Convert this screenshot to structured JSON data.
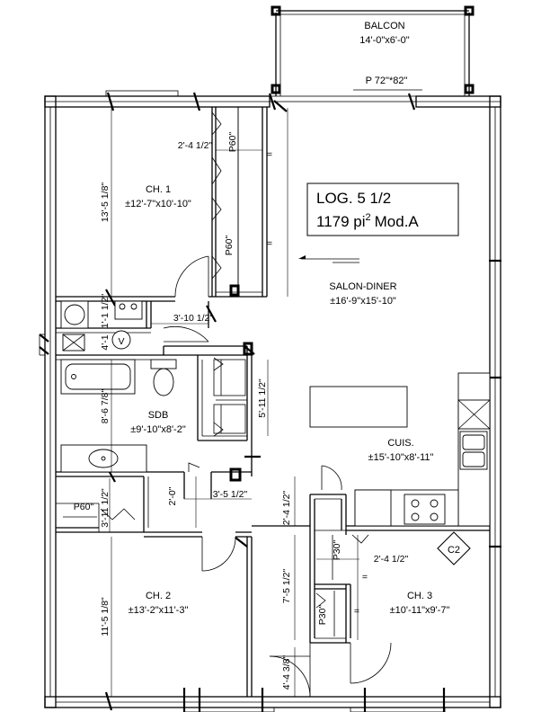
{
  "plan": {
    "unit_title": "LOG. 5 1/2",
    "area_value": "1179 pi",
    "area_exponent": "2",
    "model": "Mod.A"
  },
  "rooms": {
    "balcony": {
      "name": "BALCON",
      "size": "14'-0\"x6'-0\"",
      "door": "P 72\"*82\""
    },
    "bedroom1": {
      "name": "CH. 1",
      "size": "±12'-7\"x10'-10\""
    },
    "living": {
      "name": "SALON-DINER",
      "size": "±16'-9\"x15'-10\""
    },
    "bathroom": {
      "name": "SDB",
      "size": "±9'-10\"x8'-2\""
    },
    "kitchen": {
      "name": "CUIS.",
      "size": "±15'-10\"x8'-11\""
    },
    "bedroom2": {
      "name": "CH. 2",
      "size": "±13'-2\"x11'-3\""
    },
    "bedroom3": {
      "name": "CH. 3",
      "size": "±10'-11\"x9'-7\""
    }
  },
  "dimensions": {
    "ch1_depth": "13'-5 1/8\"",
    "closet1_width": "2'-4 1/2\"",
    "closet1_door_a": "P60\"",
    "closet1_door_b": "P60\"",
    "corridor_width": "3'-10 1/2\"",
    "washer_space": "1'-1 1/2\"",
    "utility_height": "4'-1",
    "bath_depth": "8'-6 7/8\"",
    "linen_depth": "5'-11 1/2\"",
    "hall_width": "3'-5 1/2\"",
    "hall_small": "2'-0\"",
    "ch2_closet_door": "P60\"",
    "ch2_closet_depth": "3'-11 1/2\"",
    "ch2_depth": "11'-5 1/8\"",
    "kitchen_gap": "2'-4 1/2\"",
    "closet3_door_a": "P30\"",
    "closet3_width": "2'-4 1/2\"",
    "closet3_door_b": "P30\"",
    "ch3_closet_depth": "7'-5 1/2\"",
    "entry_width": "4'-4 3/8\""
  },
  "markers": {
    "vent_symbol": "V",
    "section_tag": "C2",
    "equal_mark": "="
  }
}
